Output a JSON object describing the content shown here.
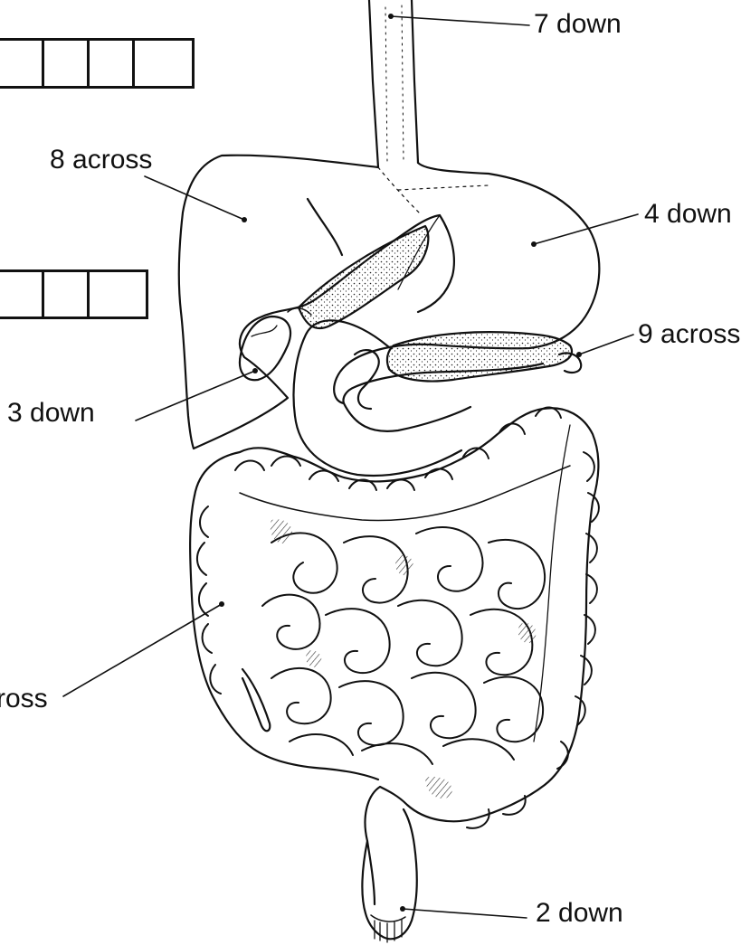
{
  "labels": {
    "seven_down": "7 down",
    "eight_across": "8 across",
    "four_down": "4 down",
    "nine_across": "9 across",
    "three_down": "3 down",
    "partial_across": "ross",
    "two_down": "2 down"
  },
  "crossword_grids": [
    {
      "cells": 4
    },
    {
      "cells": 3
    }
  ],
  "colors": {
    "ink": "#111111",
    "background": "#ffffff"
  }
}
